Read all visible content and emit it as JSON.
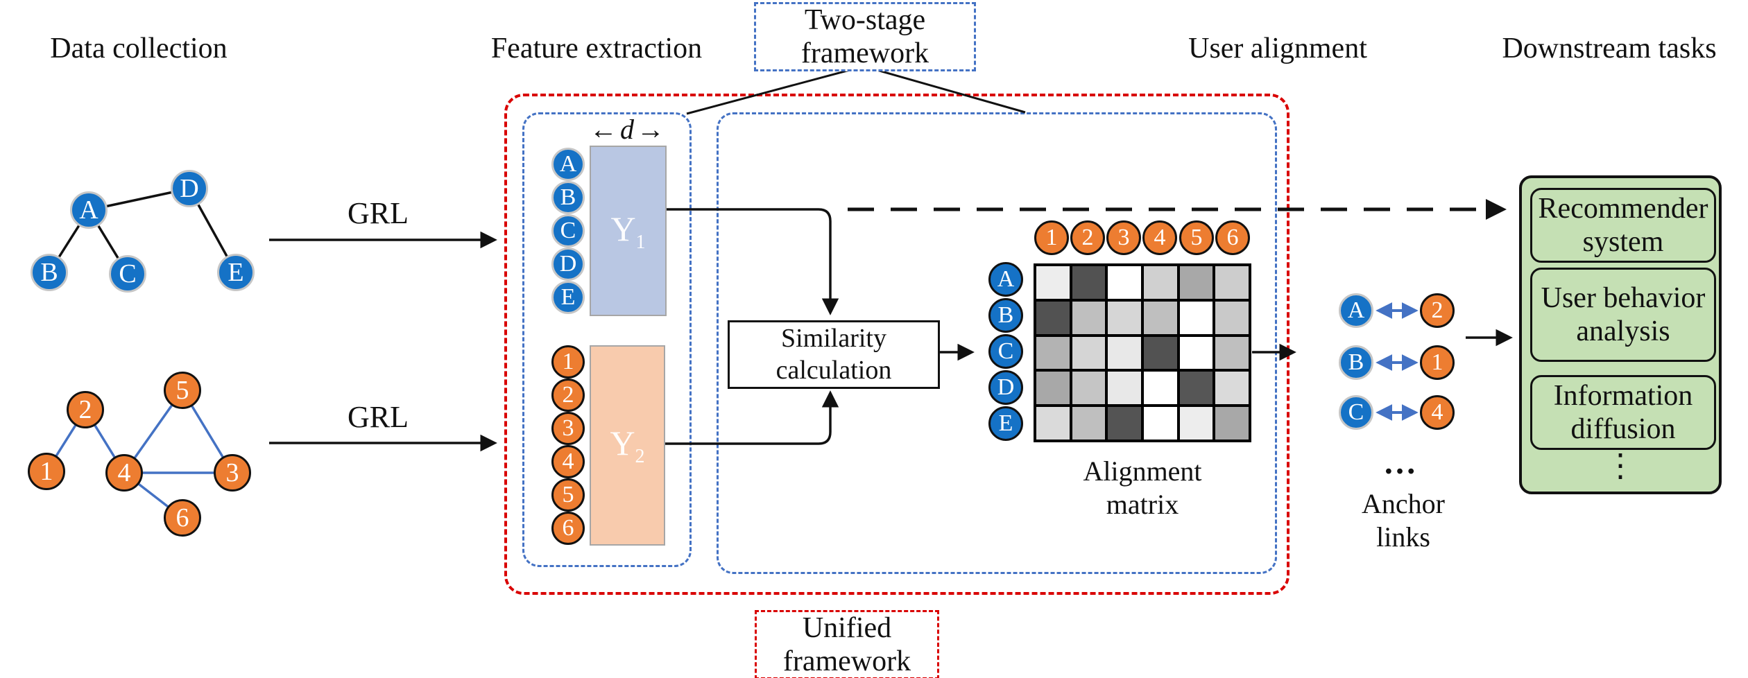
{
  "headers": {
    "data_collection": "Data collection",
    "feature_extraction": "Feature extraction",
    "user_alignment": "User alignment",
    "downstream_tasks": "Downstream tasks"
  },
  "framework_labels": {
    "two_stage": {
      "line1": "Two-stage",
      "line2": "framework"
    },
    "unified": {
      "line1": "Unified",
      "line2": "framework"
    }
  },
  "grl": {
    "label": "GRL"
  },
  "dimension_label": {
    "left_arrow": "←",
    "symbol": "d",
    "right_arrow": "→"
  },
  "embeddings": {
    "y1": {
      "base": "Y",
      "sub": "1"
    },
    "y2": {
      "base": "Y",
      "sub": "2"
    }
  },
  "network1": {
    "nodes": [
      "A",
      "B",
      "C",
      "D",
      "E"
    ]
  },
  "network2": {
    "nodes": [
      "1",
      "2",
      "3",
      "4",
      "5",
      "6"
    ]
  },
  "similarity_box": {
    "line1": "Similarity",
    "line2": "calculation"
  },
  "alignment_matrix": {
    "caption_line1": "Alignment",
    "caption_line2": "matrix",
    "col_labels": [
      "1",
      "2",
      "3",
      "4",
      "5",
      "6"
    ],
    "row_labels": [
      "A",
      "B",
      "C",
      "D",
      "E"
    ],
    "cell_colors": [
      [
        "#ededed",
        "#525252",
        "#ffffff",
        "#d0d0d0",
        "#a8a8a8",
        "#cdcdcd"
      ],
      [
        "#525252",
        "#bfbfbf",
        "#d6d6d6",
        "#bfbfbf",
        "#ffffff",
        "#c9c9c9"
      ],
      [
        "#b3b3b3",
        "#d5d5d5",
        "#e8e8e8",
        "#525252",
        "#ffffff",
        "#bfbfbf"
      ],
      [
        "#a8a8a8",
        "#c5c5c5",
        "#e8e8e8",
        "#ffffff",
        "#565656",
        "#dadada"
      ],
      [
        "#dadada",
        "#bfbfbf",
        "#545454",
        "#ffffff",
        "#ededed",
        "#a8a8a8"
      ]
    ]
  },
  "anchor_links": {
    "left_nodes": [
      "A",
      "B",
      "C"
    ],
    "right_nodes": [
      "2",
      "1",
      "4"
    ],
    "ellipsis": "…",
    "caption_line1": "Anchor",
    "caption_line2": "links"
  },
  "downstream": {
    "tasks": [
      "Recommender system",
      "User behavior analysis",
      "Information diffusion"
    ],
    "ellipsis": "⋮"
  },
  "colors": {
    "net1": "#1572c6",
    "net2": "#ed7d31",
    "edgeblue": "#4472c4",
    "stageblue": "#4472c4",
    "red": "#d90000",
    "y1fill": "#b9c7e3",
    "y2fill": "#f8cbad",
    "green": "#c5e0b4",
    "matrixdark": "#525252"
  }
}
